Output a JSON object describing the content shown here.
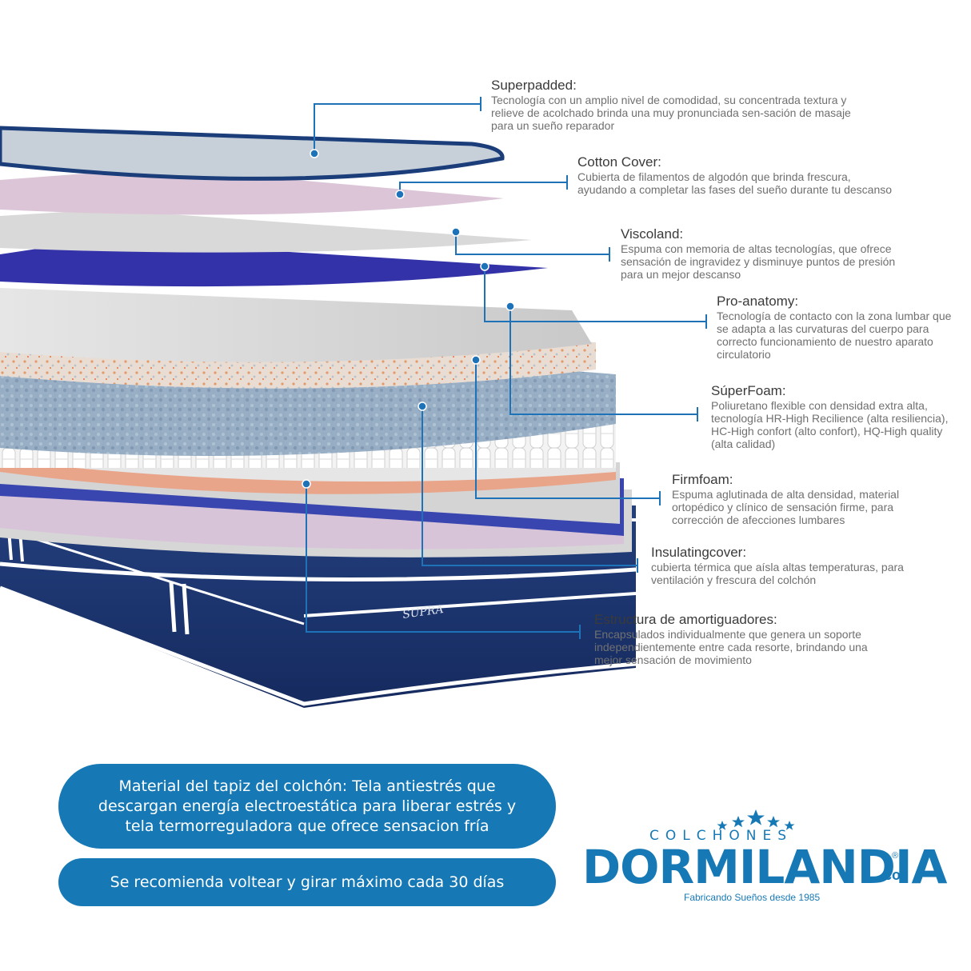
{
  "layers": [
    {
      "title": "Superpadded:",
      "desc": "Tecnología con un amplio nivel de comodidad, su concentrada textura y relieve de acolchado brinda una muy pronunciada sen-sación de masaje para un sueño reparador"
    },
    {
      "title": "Cotton Cover:",
      "desc": "Cubierta de filamentos de algodón que brinda frescura, ayudando a completar las fases del sueño durante tu descanso"
    },
    {
      "title": "Viscoland:",
      "desc": "Espuma con memoria de altas tecnologías, que ofrece sensación de ingravidez y disminuye puntos de presión para un mejor descanso"
    },
    {
      "title": "Pro-anatomy:",
      "desc": "Tecnología de contacto con la zona lumbar que se adapta a las curvaturas del cuerpo para correcto funcionamiento de nuestro aparato circulatorio"
    },
    {
      "title": "SúperFoam:",
      "desc": "Poliuretano flexible con densidad extra alta, tecnología HR-High Recilience (alta resiliencia), HC-High confort (alto confort), HQ-High quality (alta calidad)"
    },
    {
      "title": "Firmfoam:",
      "desc": "Espuma aglutinada de alta densidad, material ortopédico y clínico de sensación firme, para corrección de afecciones lumbares"
    },
    {
      "title": "Insulatingcover:",
      "desc": "cubierta térmica que aísla altas temperaturas, para ventilación y frescura del colchón"
    },
    {
      "title": "Estructura de amortiguadores:",
      "desc": "Encapsulados individualmente que genera un soporte independientemente entre cada resorte, brindando una mejor sensación de movimiento"
    }
  ],
  "banner_material": "Material del tapiz del colchón: Tela antiestrés que descargan energía electroestática para liberar estrés y tela termorreguladora que ofrece sensacion fría",
  "banner_flip": "Se recomienda voltear y girar máximo cada 30 días",
  "mattress_label": "SUPRA",
  "logo": {
    "top": "COLCHONES",
    "word": "DORMILANDIA",
    "suffix": ".co",
    "registered": "®",
    "tagline": "Fabricando Sueños desde 1985"
  },
  "colors": {
    "accent": "#1679b6",
    "navy": "#1b2d6b",
    "leader": "#1e73b8"
  }
}
